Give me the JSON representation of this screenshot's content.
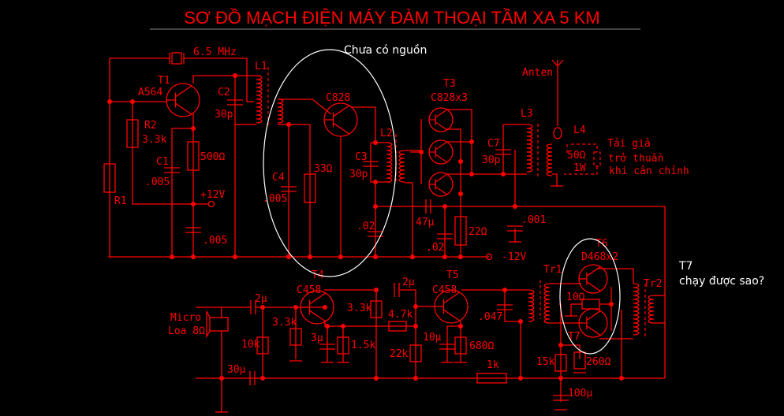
{
  "title": "SƠ ĐỒ MẠCH ĐIỆN MÁY ĐÀM THOẠI TẦM XA 5 KM",
  "annotations": {
    "no_power": "Chưa có nguồn",
    "t7_label": "T7",
    "t7_question": "chạy được sao?"
  },
  "labels": {
    "crystal": "6.5 MHz",
    "l1": "L1",
    "t1": "T1",
    "t1_part": "A564",
    "c2": "C2",
    "c2_val": "30p",
    "r2": "R2",
    "r2_val": "3.3k",
    "c1": "C1",
    "c1_val": ".005",
    "r_500": "500Ω",
    "plus12v": "+12V",
    "r1": "R1",
    "c_005b": ".005",
    "t2_part": "C828",
    "c4": "C4",
    "c4_val": ".005",
    "r_33": "33Ω",
    "l2": "L2",
    "c3": "C3",
    "c3_val": "30p",
    "c_02a": ".02",
    "t3": "T3",
    "t3_part": "C828x3",
    "l3": "L3",
    "c7": "C7",
    "c7_val": "30p",
    "antenna": "Anten",
    "l4": "L4",
    "dummy_r": "50Ω",
    "dummy_w": "1W",
    "dummy_note1": "Tải giả",
    "dummy_note2": "trở thuần",
    "dummy_note3": "khi cân chỉnh",
    "c_47u": "47µ",
    "c_02b": ".02",
    "r_22": "22Ω",
    "c_001": ".001",
    "minus12v": "-12V",
    "t6": "T6",
    "t6_part": "D468x2",
    "t7": "T7",
    "tr1": "Tr1",
    "tr2": "Tr2",
    "r_10": "10Ω",
    "r_15k": "15k",
    "r_260": "260Ω",
    "c_100u": "100µ",
    "t4": "T4",
    "t4_part": "C458",
    "c_2u_a": "2µ",
    "micro": "Micro",
    "speaker": "Loa 8Ω",
    "r_3k3_a": "3.3k",
    "r_10k": "10k",
    "c_30u": "30µ",
    "r_3k3_b": "3.3k",
    "r_4k7": "4.7k",
    "c_3u": "3µ",
    "r_1k5": "1.5k",
    "r_22k": "22k",
    "c_2u_b": "2µ",
    "t5": "T5",
    "t5_part": "C458",
    "c_047": ".047",
    "c_10u": "10µ",
    "r_680": "680Ω",
    "r_1k": "1k"
  },
  "colors": {
    "wire": "#ff0000",
    "note": "#ffffff",
    "background": "#000000"
  }
}
